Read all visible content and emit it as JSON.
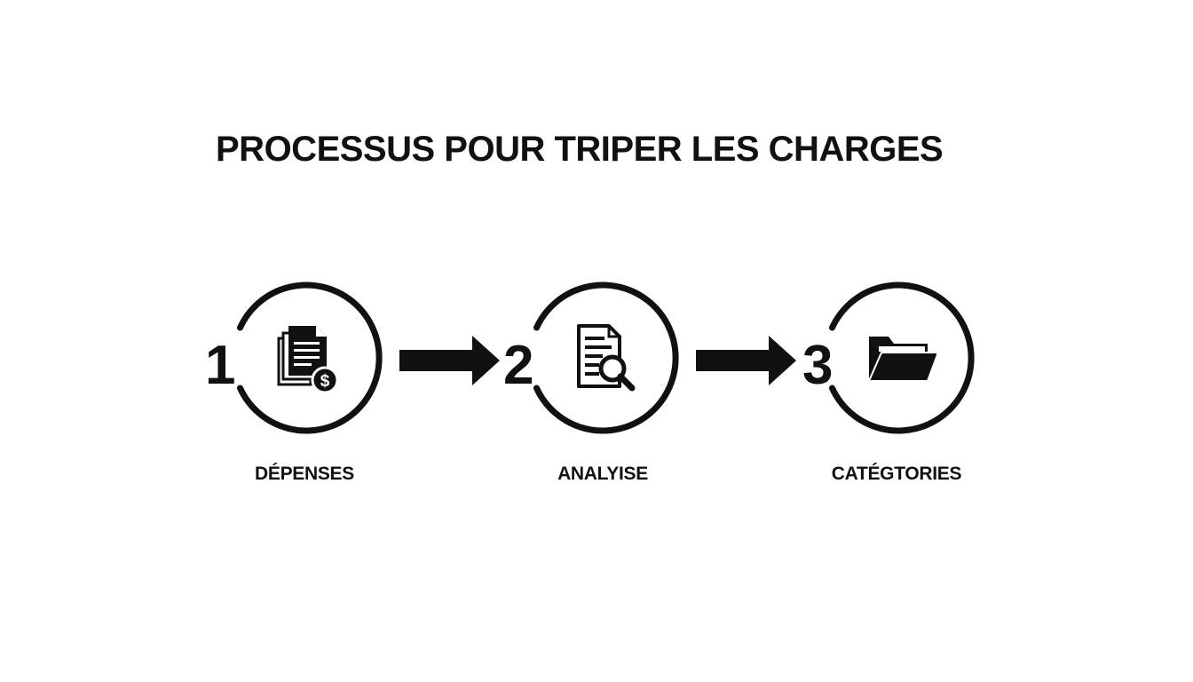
{
  "title": "PROCESSUS POUR TRIPER LES CHARGES",
  "steps": [
    {
      "number": "1",
      "label": "DÉPENSES",
      "icon": "document-dollar-icon"
    },
    {
      "number": "2",
      "label": "ANALYISE",
      "icon": "document-search-icon"
    },
    {
      "number": "3",
      "label": "CATÉGTORIES",
      "icon": "folder-icon"
    }
  ],
  "colors": {
    "ink": "#111111",
    "background": "#ffffff"
  }
}
